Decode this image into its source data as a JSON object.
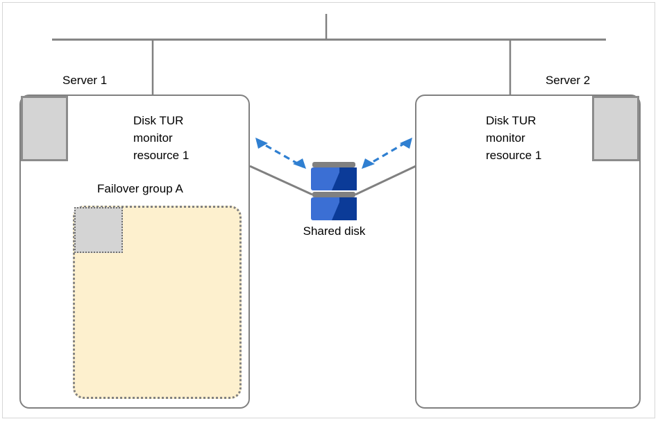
{
  "diagram": {
    "title": "Disk TUR monitor resource cluster diagram",
    "colors": {
      "network_line": "#808080",
      "server_border": "#808080",
      "failover_fill": "#fdf0ce",
      "failover_border": "#808080",
      "arrow_blue": "#2f7fd1",
      "icon_blue_light": "#3a6fd8",
      "icon_blue_dark": "#0b3b98",
      "icon_gray": "#808080"
    },
    "network": {
      "bus_label": "",
      "icon": "network-bus-line"
    },
    "servers": [
      {
        "label": "Server 1",
        "server_icon": "server-computer-icon",
        "monitor": {
          "icon": "disk-tur-monitor-resource-icon",
          "text": "Disk TUR\nmonitor\nresource 1"
        },
        "failover_group": {
          "label": "Failover group A",
          "icon": "failover-group-icon"
        }
      },
      {
        "label": "Server 2",
        "server_icon": "server-computer-icon",
        "monitor": {
          "icon": "disk-tur-monitor-resource-icon",
          "text": "Disk TUR\nmonitor\nresource 1"
        },
        "failover_group": null
      }
    ],
    "shared_disk": {
      "label": "Shared disk",
      "icon": "shared-disk-icon"
    },
    "arrows": [
      {
        "name": "monitor-arrow-left",
        "style": "dashed-double-headed",
        "color": "#2f7fd1"
      },
      {
        "name": "monitor-arrow-right",
        "style": "dashed-double-headed",
        "color": "#2f7fd1"
      }
    ]
  }
}
